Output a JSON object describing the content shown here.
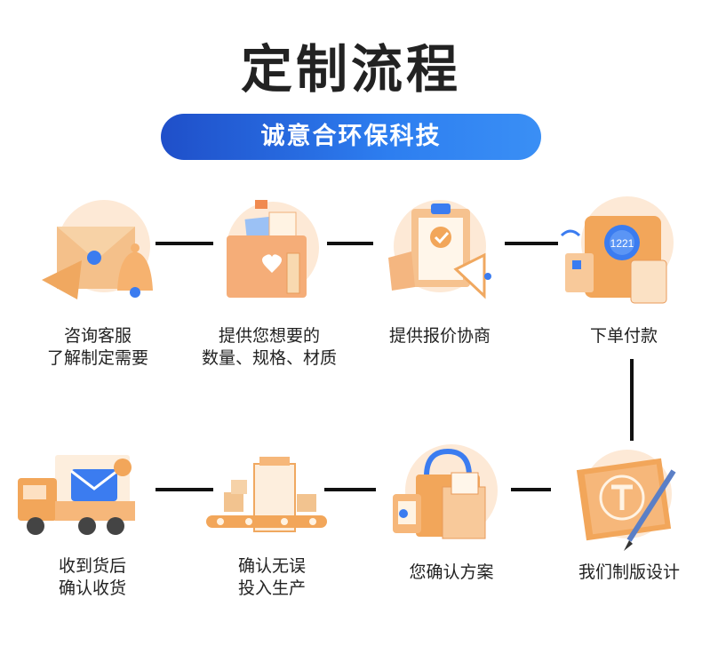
{
  "header": {
    "title": "定制流程",
    "subtitle": "诚意合环保科技"
  },
  "steps": [
    {
      "icon": "envelope-bell-icon",
      "line1": "咨询客服",
      "line2": "了解制定需要"
    },
    {
      "icon": "folder-documents-icon",
      "line1": "提供您想要的",
      "line2": "数量、规格、材质"
    },
    {
      "icon": "clipboard-megaphone-icon",
      "line1": "提供报价协商",
      "line2": ""
    },
    {
      "icon": "safe-payment-icon",
      "line1": "下单付款",
      "line2": ""
    },
    {
      "icon": "blueprint-pen-icon",
      "line1": "我们制版设计",
      "line2": ""
    },
    {
      "icon": "shopping-bag-box-icon",
      "line1": "您确认方案",
      "line2": ""
    },
    {
      "icon": "conveyor-factory-icon",
      "line1": "确认无误",
      "line2": "投入生产"
    },
    {
      "icon": "delivery-truck-icon",
      "line1": "收到货后",
      "line2": "确认收货"
    }
  ],
  "colors": {
    "accent_blue": "#2d6fe8",
    "icon_orange": "#f2a65a",
    "connector": "#111111"
  },
  "icon_text": {
    "safe_dial": "1221"
  }
}
